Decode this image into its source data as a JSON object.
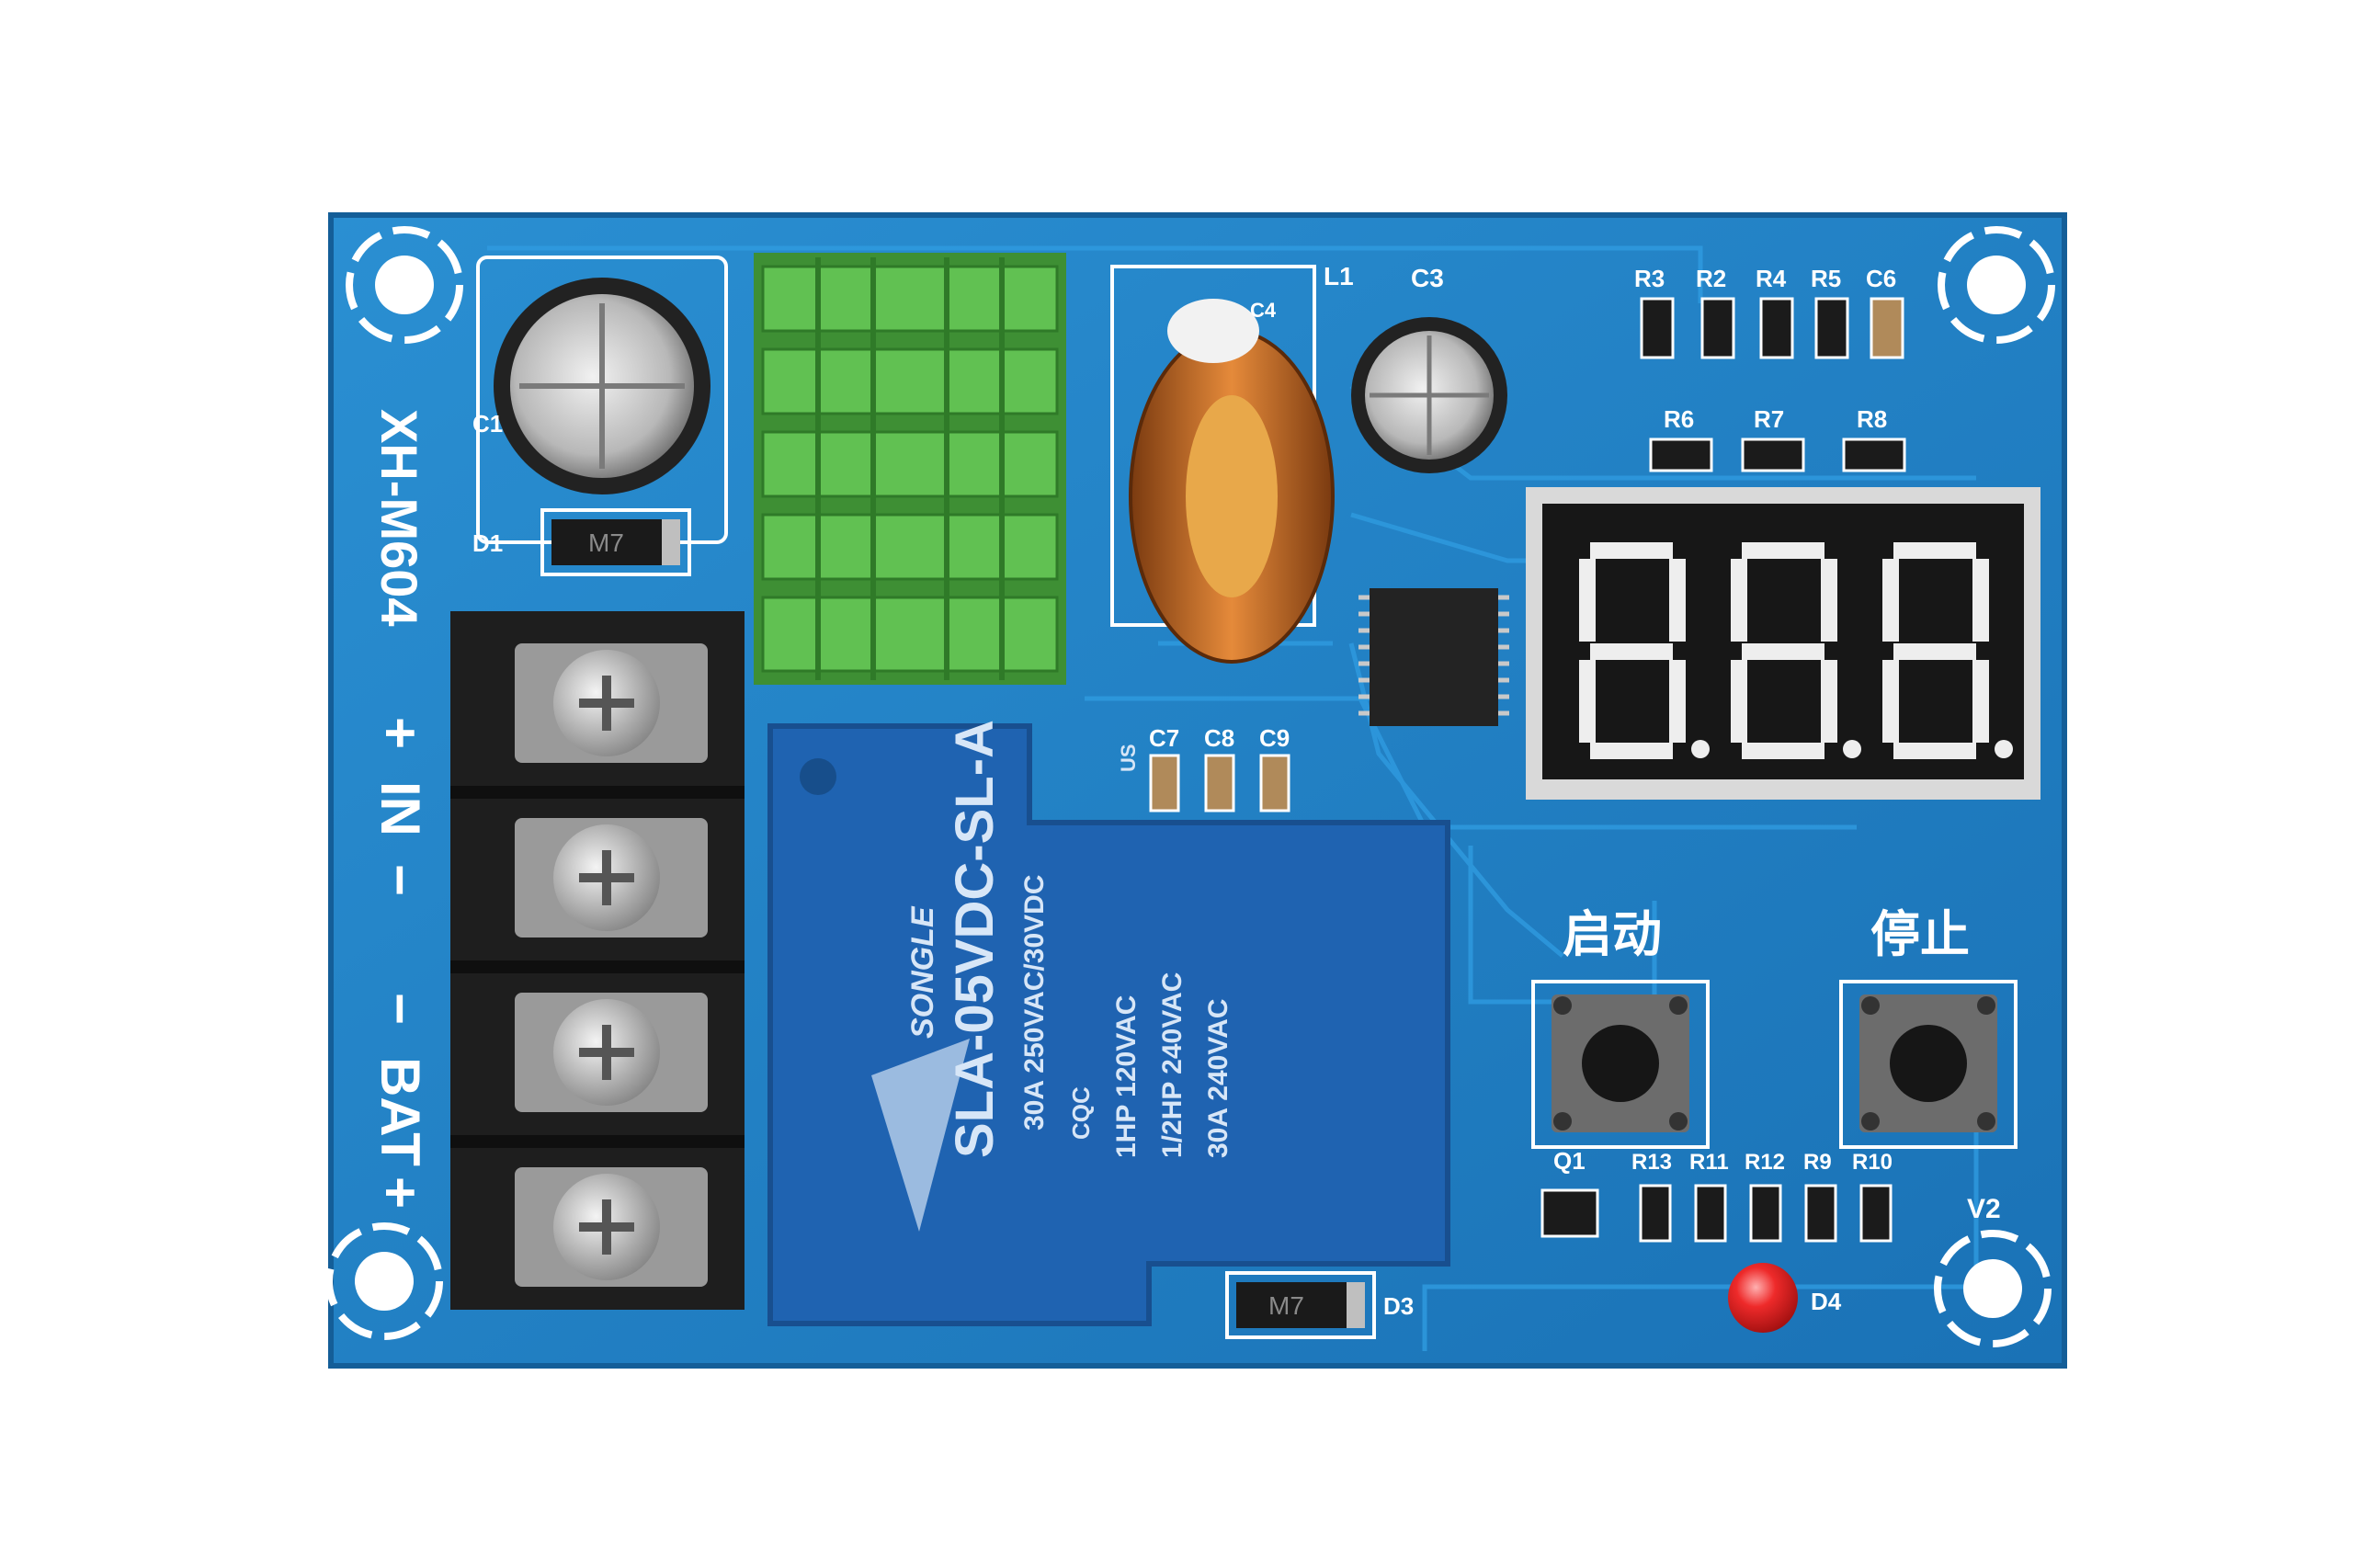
{
  "board": {
    "model": "XH-M604",
    "terminal_labels": {
      "in_plus": "+",
      "in": "IN",
      "in_minus": "−",
      "bat_minus": "−",
      "bat": "BAT",
      "bat_plus": "+"
    },
    "version": "V2"
  },
  "designators": {
    "c1": "C1",
    "d1": "D1",
    "l1": "L1",
    "c3": "C3",
    "c4": "C4",
    "r3": "R3",
    "r2": "R2",
    "r4": "R4",
    "r5": "R5",
    "c6": "C6",
    "r6": "R6",
    "r7": "R7",
    "r8": "R8",
    "c7": "C7",
    "c8": "C8",
    "c9": "C9",
    "q1": "Q1",
    "r13": "R13",
    "r11": "R11",
    "r12": "R12",
    "r9": "R9",
    "r10": "R10",
    "d3": "D3",
    "d4": "D4"
  },
  "buttons": {
    "start_label": "启动",
    "stop_label": "停止"
  },
  "display": {
    "digits": [
      "8",
      "8",
      "8"
    ]
  },
  "relay": {
    "brand": "SONGLE",
    "model": "SLA-05VDC-SL-A",
    "rating_line1": "30A  250VAC/30VDC",
    "rating_line2": "1HP 120VAC",
    "rating_line3": "1/2HP 240VAC",
    "rating_line4": "30A  240VAC",
    "cqc": "CQC",
    "us": "US"
  },
  "diodes": {
    "d1_mark": "M7",
    "d3_mark": "M7"
  },
  "colors": {
    "pcb": "#1f7fc4",
    "pcb_edge": "#135f9a",
    "silkscreen": "#ffffff",
    "heatsink": "#58b84a",
    "relay": "#1f63b1",
    "terminal": "#202020",
    "display_segment": "#f2f2f2",
    "led": "#e22020"
  }
}
